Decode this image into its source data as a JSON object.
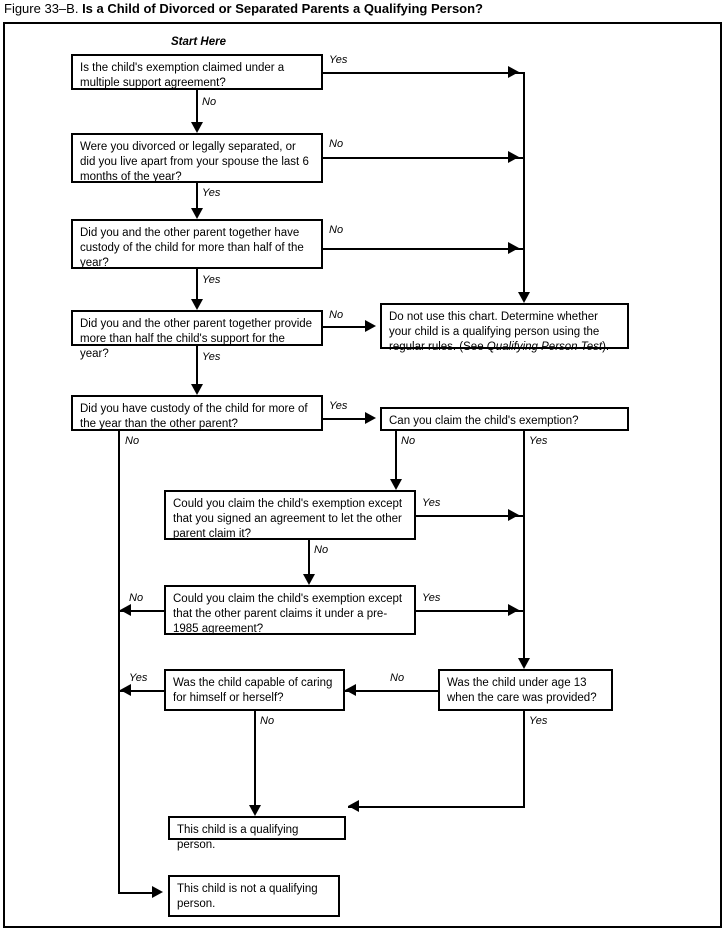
{
  "title": {
    "figure_number": "Figure 33–B.",
    "question": "Is a Child of Divorced or Separated Parents a Qualifying Person?"
  },
  "start_label": "Start Here",
  "nodes": {
    "q1": "Is the child's exemption claimed under a multiple support agreement?",
    "q2": "Were you divorced or legally separated, or did you live apart from your spouse the last 6 months of the year?",
    "q3": "Did you and the other parent together have custody of the child for more than half of the year?",
    "q4": "Did you and the other parent together provide more than half the child's support for the year?",
    "q5": "Did you have custody of the child for more of the year than the other parent?",
    "q6": "Can you claim the child's exemption?",
    "q7": "Could you claim the child's exemption except that you signed an agreement to let the other parent claim it?",
    "q8": "Could you claim the child's exemption except that the other parent claims it under a pre-1985 agreement?",
    "q9": "Was the child capable of caring for himself or herself?",
    "q10": "Was the child under age 13 when the care was provided?",
    "no_chart_part1": "Do not use this chart. Determine whether your child is a qualifying person using the regular rules. (See ",
    "no_chart_italic": "Qualifying Person Test",
    "no_chart_part2": ").",
    "result_yes": "This child is a qualifying person.",
    "result_no": "This child is not a qualifying person."
  },
  "edges": {
    "e1_yes": "Yes",
    "e1_no": "No",
    "e2_no": "No",
    "e2_yes": "Yes",
    "e3_no": "No",
    "e3_yes": "Yes",
    "e4_no": "No",
    "e4_yes": "Yes",
    "e5_yes": "Yes",
    "e5_no": "No",
    "e6_no": "No",
    "e6_yes": "Yes",
    "e7_yes": "Yes",
    "e7_no": "No",
    "e8_no": "No",
    "e8_yes": "Yes",
    "e9_yes": "Yes",
    "e9_no": "No",
    "e10_no": "No",
    "e10_yes": "Yes"
  },
  "colors": {
    "ink": "#000000",
    "paper": "#ffffff"
  }
}
